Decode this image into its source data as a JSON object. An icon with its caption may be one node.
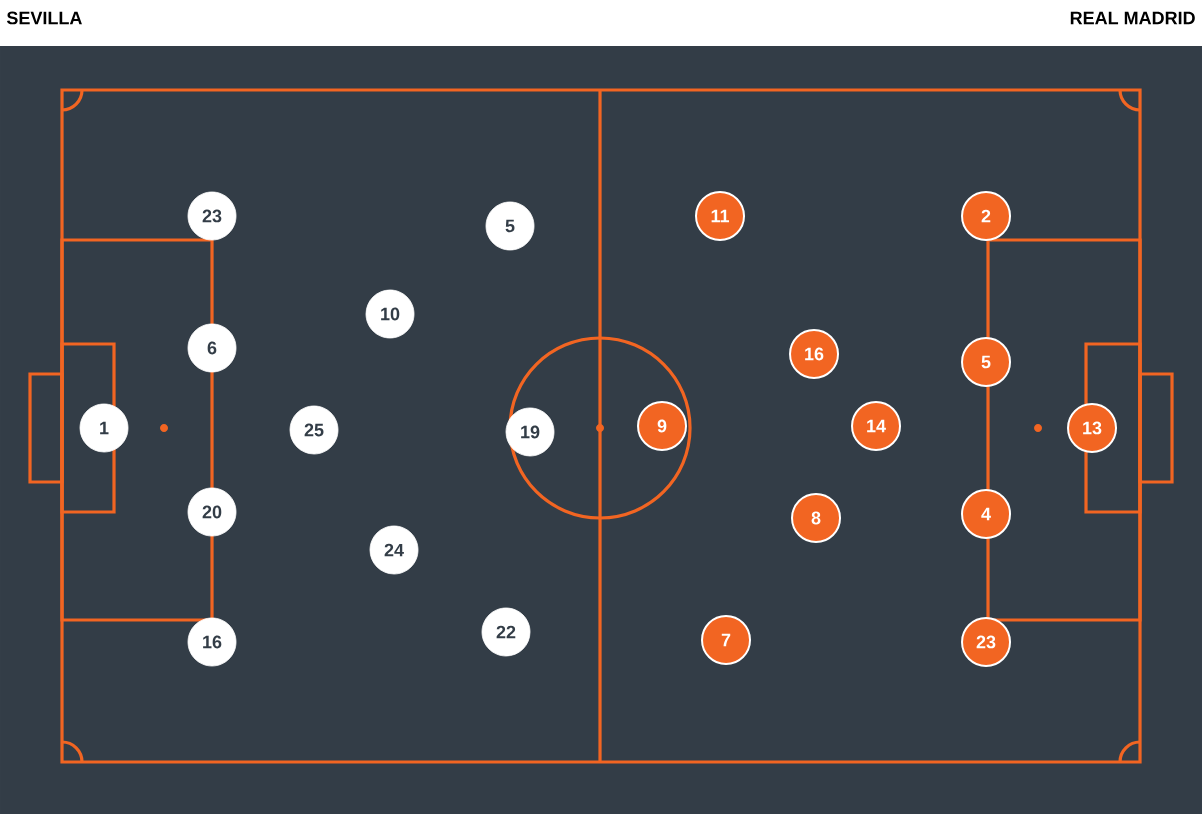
{
  "diagram": {
    "nodes": [
      {
        "text": [
          "1"
        ]
      },
      {
        "text": [
          "23"
        ]
      },
      {
        "text": [
          "6"
        ]
      },
      {
        "text": [
          "20"
        ]
      },
      {
        "text": [
          "16"
        ]
      },
      {
        "text": [
          "25"
        ]
      },
      {
        "text": [
          "10"
        ]
      },
      {
        "text": [
          "24"
        ]
      },
      {
        "text": [
          "5"
        ]
      },
      {
        "text": [
          "19"
        ]
      },
      {
        "text": [
          "22"
        ]
      },
      {
        "text": [
          "11"
        ]
      },
      {
        "text": [
          "9"
        ]
      },
      {
        "text": [
          "7"
        ]
      },
      {
        "text": [
          "16"
        ]
      },
      {
        "text": [
          "14"
        ]
      },
      {
        "text": [
          "8"
        ]
      },
      {
        "text": [
          "2"
        ]
      },
      {
        "text": [
          "5"
        ]
      },
      {
        "text": [
          "4"
        ]
      },
      {
        "text": [
          "23"
        ]
      },
      {
        "text": [
          "13"
        ]
      }
    ],
    "labels": [
      "SEVILLA",
      "REAL MADRID"
    ]
  }
}
